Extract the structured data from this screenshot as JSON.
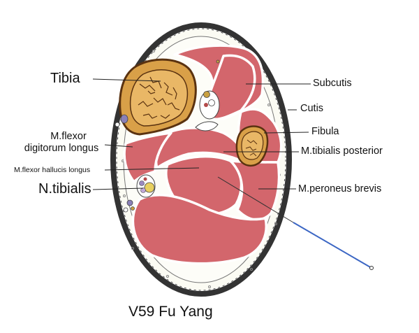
{
  "labels": {
    "tibia": "Tibia",
    "subcutis": "Subcutis",
    "cutis": "Cutis",
    "fibula": "Fibula",
    "flexor_digitorum_1": "M.flexor",
    "flexor_digitorum_2": "digitorum longus",
    "tibialis_posterior": "M.tibialis posterior",
    "flexor_hallucis": "M.flexor hallucis longus",
    "n_tibialis": "N.tibialis",
    "peroneus_brevis": "M.peroneus brevis"
  },
  "title": "V59 Fu Yang",
  "colors": {
    "muscle": "#d3666c",
    "bone": "#d9a048",
    "bone_marrow": "#5a3210",
    "skin_outline": "#333333",
    "subcutis": "#fbfbf3",
    "needle": "#3b66c4"
  }
}
